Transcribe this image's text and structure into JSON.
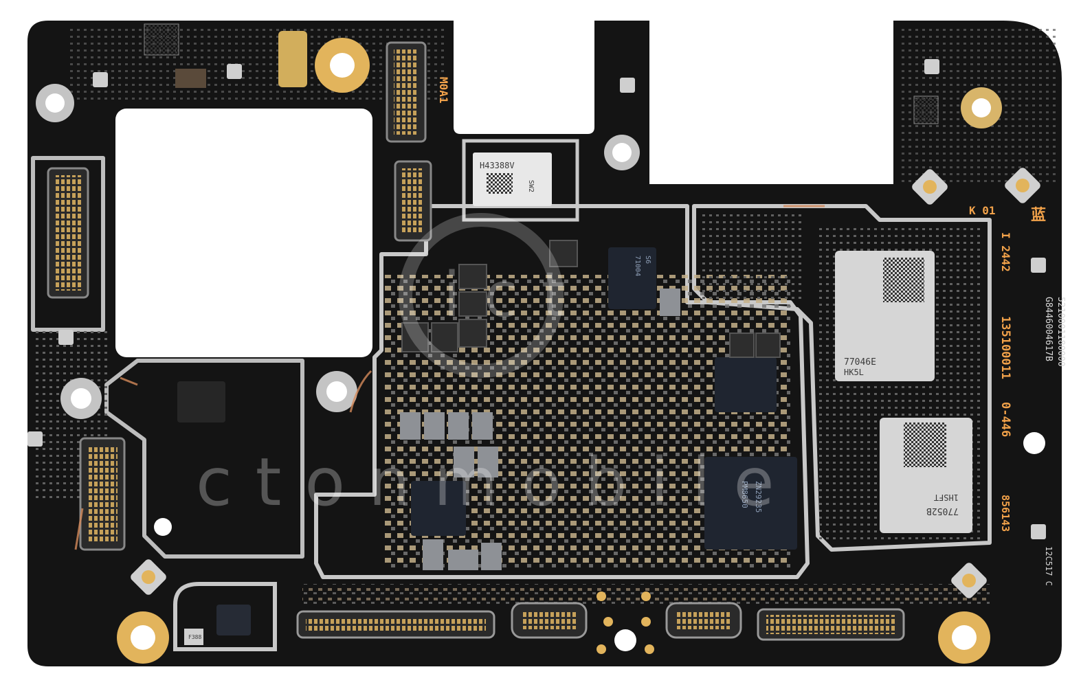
{
  "board": {
    "label_model": "M0A1",
    "label_shield_chip": "H43388V",
    "label_shield_sub": "SW2",
    "label_k01": "K 01",
    "label_blue": "蓝",
    "label_rev": "I 2442",
    "label_serial_vertical": "135100011",
    "label_serial_vertical2": "0-446",
    "label_code_vertical": "G8446004617B",
    "label_code_vertical2": "5210001180000",
    "label_lot": "856143",
    "label_date": "12C517 C",
    "label_rf_top": "77046E",
    "label_rf_top_sub": "HK5L",
    "label_rf_bottom": "77052B",
    "label_rf_bottom_sub": "1HSFT",
    "label_pmic_line1": "PM8650",
    "label_pmic_line2": "ZN29235",
    "label_cpu_line1": "71004",
    "label_cpu_line2": "S6",
    "label_small_chip": "F388",
    "watermark_logo": "ict",
    "watermark_text": "ctonmobile"
  },
  "colors": {
    "pcb": "#141414",
    "gold": "#e2b45c",
    "shield": "#c9c9c9",
    "copper": "#d48a5a"
  }
}
